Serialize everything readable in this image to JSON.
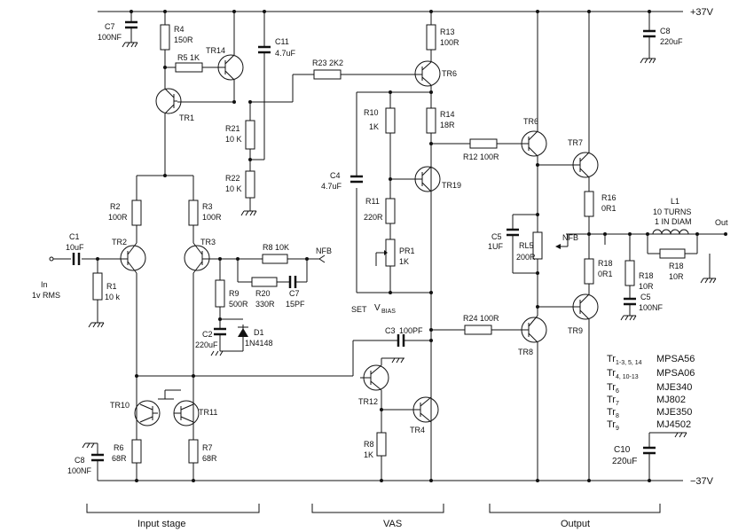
{
  "rails": {
    "pos": "+37V",
    "neg": "−37V"
  },
  "resistors": {
    "r4": [
      "R4",
      "150R"
    ],
    "r5": [
      "R5 1K",
      ""
    ],
    "r13": [
      "R13",
      "100R"
    ],
    "r23": [
      "R23 2K2",
      ""
    ],
    "r21": [
      "R21",
      "10 K"
    ],
    "r22": [
      "R22",
      "10 K"
    ],
    "r10": [
      "R10",
      "1K"
    ],
    "r14": [
      "R14",
      "18R"
    ],
    "r12": [
      "R12 100R",
      ""
    ],
    "r11": [
      "R11",
      "220R"
    ],
    "pr1": [
      "PR1",
      "1K"
    ],
    "r2": [
      "R2",
      "100R"
    ],
    "r3": [
      "R3",
      "100R"
    ],
    "r8": [
      "R8   10K",
      ""
    ],
    "r1": [
      "R1",
      "10 k"
    ],
    "r9": [
      "R9",
      "500R"
    ],
    "r20": [
      "R20",
      "330R"
    ],
    "r16": [
      "R16",
      "0R1"
    ],
    "r18a": [
      "R18",
      "0R1"
    ],
    "r18b": [
      "R18",
      "10R"
    ],
    "r18c": [
      "R18",
      "10R"
    ],
    "rl5": [
      "RL5",
      "200R"
    ],
    "r24": [
      "R24  100R",
      ""
    ],
    "r8b": [
      "R8",
      "1K"
    ],
    "r6": [
      "R6",
      "68R"
    ],
    "r7": [
      "R7",
      "68R"
    ]
  },
  "capacitors": {
    "c7top": [
      "C7",
      "100NF"
    ],
    "c11": [
      "C11",
      "4.7uF"
    ],
    "c8top": [
      "C8",
      "220uF"
    ],
    "c4": [
      "C4",
      "4.7uF"
    ],
    "c1": [
      "C1",
      "10uF"
    ],
    "c7b": [
      "C7",
      "15PF"
    ],
    "c2": [
      "C2",
      "220uF"
    ],
    "c5a": [
      "C5",
      "1UF"
    ],
    "c5b": [
      "C5",
      "100NF"
    ],
    "c3": [
      "C3",
      "100PF"
    ],
    "c8b": [
      "C8",
      "100NF"
    ],
    "c10": [
      "C10",
      "220uF"
    ]
  },
  "transistors": {
    "tr14": "TR14",
    "tr1": "TR1",
    "tr6a": "TR6",
    "tr19": "TR19",
    "tr6b": "TR6",
    "tr7": "TR7",
    "tr2": "TR2",
    "tr3": "TR3",
    "tr12": "TR12",
    "tr4": "TR4",
    "tr8": "TR8",
    "tr9": "TR9",
    "tr10": "TR10",
    "tr11": "TR11"
  },
  "misc": {
    "d1": [
      "D1",
      "1N4148"
    ],
    "nfb1": "NFB",
    "nfb2": "NFB",
    "vbias_set": "SET",
    "vbias_v": "V",
    "vbias_sub": "BIAS",
    "input": [
      "In",
      "1v RMS"
    ],
    "l1": [
      "L1",
      "10 TURNS",
      "1 IN DIAM"
    ],
    "out": "Out"
  },
  "sections": {
    "input": "Input stage",
    "vas": "VAS",
    "output": "Output"
  },
  "parts_list": [
    {
      "base": "Tr",
      "sub": "1-3, 5, 14",
      "part": "MPSA56"
    },
    {
      "base": "Tr",
      "sub": "4, 10-13",
      "part": "MPSA06"
    },
    {
      "base": "Tr",
      "sub": "6",
      "part": "MJE340"
    },
    {
      "base": "Tr",
      "sub": "7",
      "part": "MJ802"
    },
    {
      "base": "Tr",
      "sub": "8",
      "part": "MJE350"
    },
    {
      "base": "Tr",
      "sub": "9",
      "part": "MJ4502"
    }
  ]
}
